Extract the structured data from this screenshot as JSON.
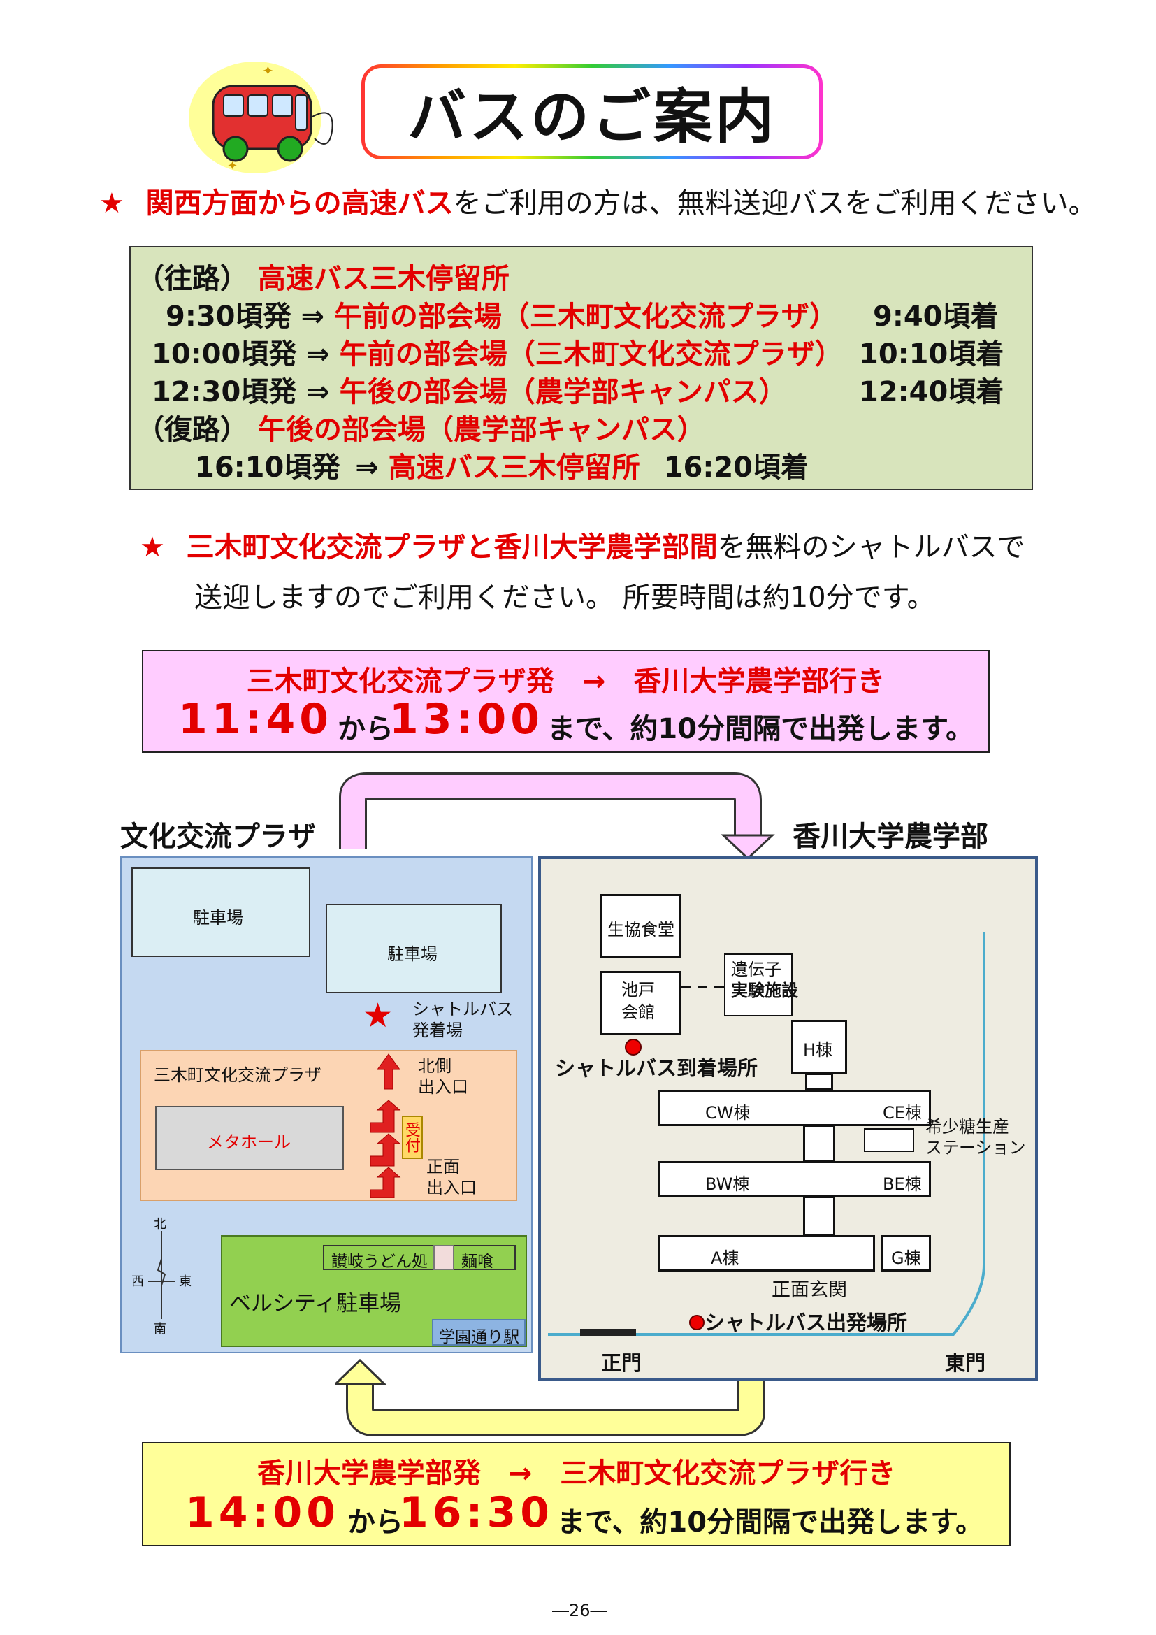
{
  "header": {
    "title": "バスのご案内",
    "notice_star": "★",
    "notice_red": "関西方面からの高速バス",
    "notice_rest": "をご利用の方は、無料送迎バスをご利用ください。"
  },
  "schedule": {
    "outbound_label": "（往路）",
    "outbound_stop": "高速バス三木停留所",
    "rows": [
      {
        "depart": "9:30頃発",
        "arrow": "⇒",
        "dest": "午前の部会場（三木町文化交流プラザ）",
        "arrive": "9:40頃着"
      },
      {
        "depart": "10:00頃発",
        "arrow": "⇒",
        "dest": "午前の部会場（三木町文化交流プラザ）",
        "arrive": "10:10頃着"
      },
      {
        "depart": "12:30頃発",
        "arrow": "⇒",
        "dest": "午後の部会場（農学部キャンパス）",
        "arrive": "12:40頃着"
      }
    ],
    "return_label": "（復路）",
    "return_stop": "午後の部会場（農学部キャンパス）",
    "return_row": {
      "depart": "16:10頃発",
      "arrow": "⇒",
      "dest": "高速バス三木停留所",
      "arrive": "16:20頃着"
    }
  },
  "shuttle_notice": {
    "star": "★",
    "red": "三木町文化交流プラザと香川大学農学部間",
    "rest_line1": "を無料のシャトルバスで",
    "line2": "送迎しますのでご利用ください。 所要時間は約10分です。"
  },
  "shuttle_top": {
    "heading": "三木町文化交流プラザ発　→　香川大学農学部行き",
    "start": "11:40",
    "from": "から",
    "end": "13:00",
    "suffix": "まで、約10分間隔で出発します。"
  },
  "shuttle_bottom": {
    "heading": "香川大学農学部発　→　三木町文化交流プラザ行き",
    "start": "14:00",
    "from": "から",
    "end": "16:30",
    "suffix": "まで、約10分間隔で出発します。"
  },
  "map": {
    "left_title": "文化交流プラザ",
    "right_title": "香川大学農学部",
    "parking1": "駐車場",
    "parking2": "駐車場",
    "shuttle_stop_star": "★",
    "shuttle_stop": [
      "シャトルバス",
      "発着場"
    ],
    "plaza": "三木町文化交流プラザ",
    "north_entrance": [
      "北側",
      "出入口"
    ],
    "meta_hall": "メタホール",
    "reception": "受付",
    "front_entrance": [
      "正面",
      "出入口"
    ],
    "compass": {
      "n": "北",
      "s": "南",
      "e": "東",
      "w": "西"
    },
    "udon": "讃岐うどん処",
    "menkui": "麺喰",
    "bellcity": "ベルシティ駐車場",
    "station": "学園通り駅",
    "coop": "生協食堂",
    "ikedo": [
      "池戸",
      "会館"
    ],
    "gene": [
      "遺伝子",
      "実験施設"
    ],
    "arrival": "シャトルバス到着場所",
    "h": "H棟",
    "cw": "CW棟",
    "ce": "CE棟",
    "rare_sugar": [
      "希少糖生産",
      "ステーション"
    ],
    "bw": "BW棟",
    "be": "BE棟",
    "a": "A棟",
    "g": "G棟",
    "front_hall": "正面玄関",
    "departure": "シャトルバス出発場所",
    "main_gate": "正門",
    "east_gate": "東門"
  },
  "footer": {
    "page": "―26―"
  },
  "colors": {
    "red": "#e30000",
    "schedule_bg": "#d8e4bc",
    "pink": "#ffccff",
    "yellow": "#ffff99",
    "map_blue": "#c5d9f1",
    "map_beige": "#eeece1",
    "green": "#92d050",
    "orange": "#fcd5b4"
  }
}
